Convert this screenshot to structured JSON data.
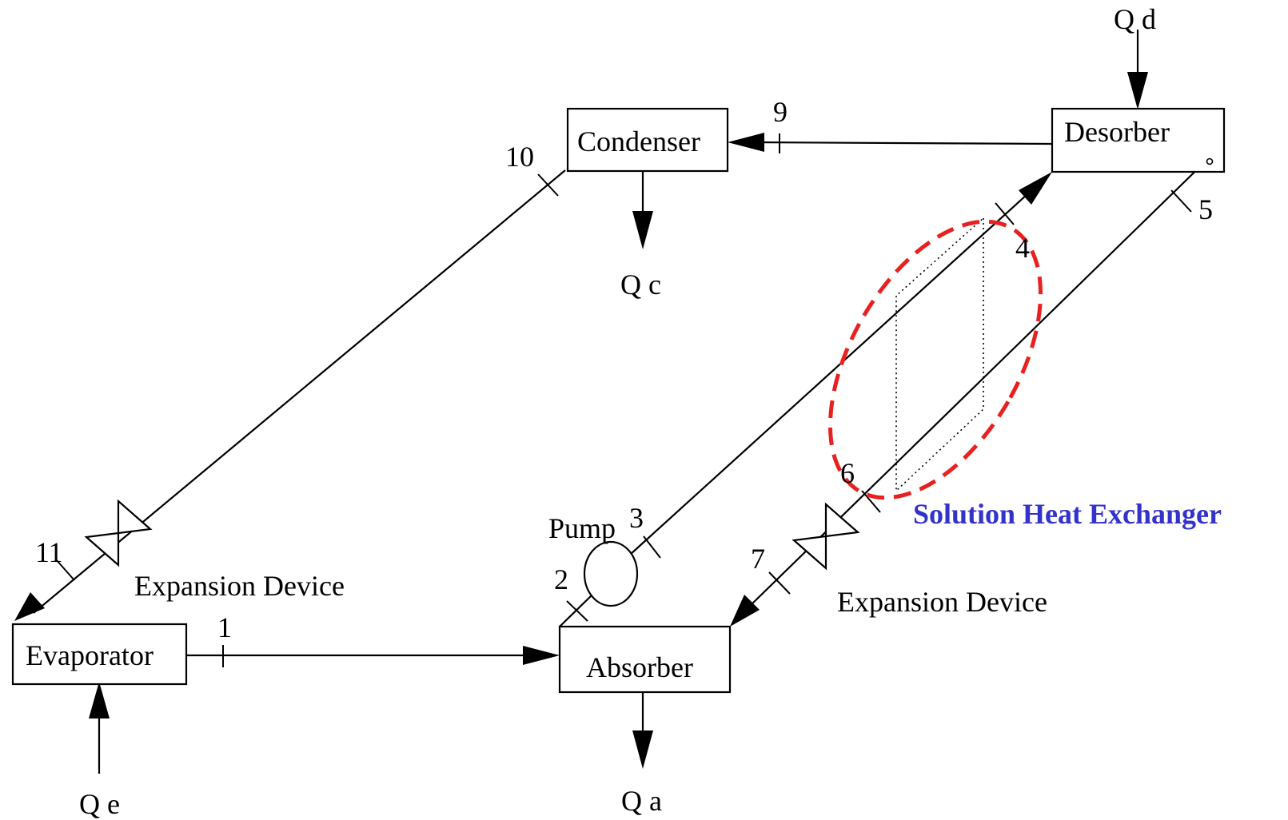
{
  "components": {
    "condenser": "Condenser",
    "desorber": "Desorber",
    "evaporator": "Evaporator",
    "absorber": "Absorber",
    "pump": "Pump"
  },
  "heat_flows": {
    "qc": "Q c",
    "qd": "Q d",
    "qe": "Q e",
    "qa": "Q a"
  },
  "state_points": {
    "p1": "1",
    "p2": "2",
    "p3": "3",
    "p4": "4",
    "p5": "5",
    "p6": "6",
    "p7": "7",
    "p9": "9",
    "p10": "10",
    "p11": "11"
  },
  "annotations": {
    "expansion_device_left": "Expansion Device",
    "expansion_device_right": "Expansion Device",
    "solution_heat_exchanger": "Solution Heat Exchanger"
  },
  "colors": {
    "highlight_ellipse": "#e8201f",
    "heat_exchanger_label": "#3333cc"
  }
}
